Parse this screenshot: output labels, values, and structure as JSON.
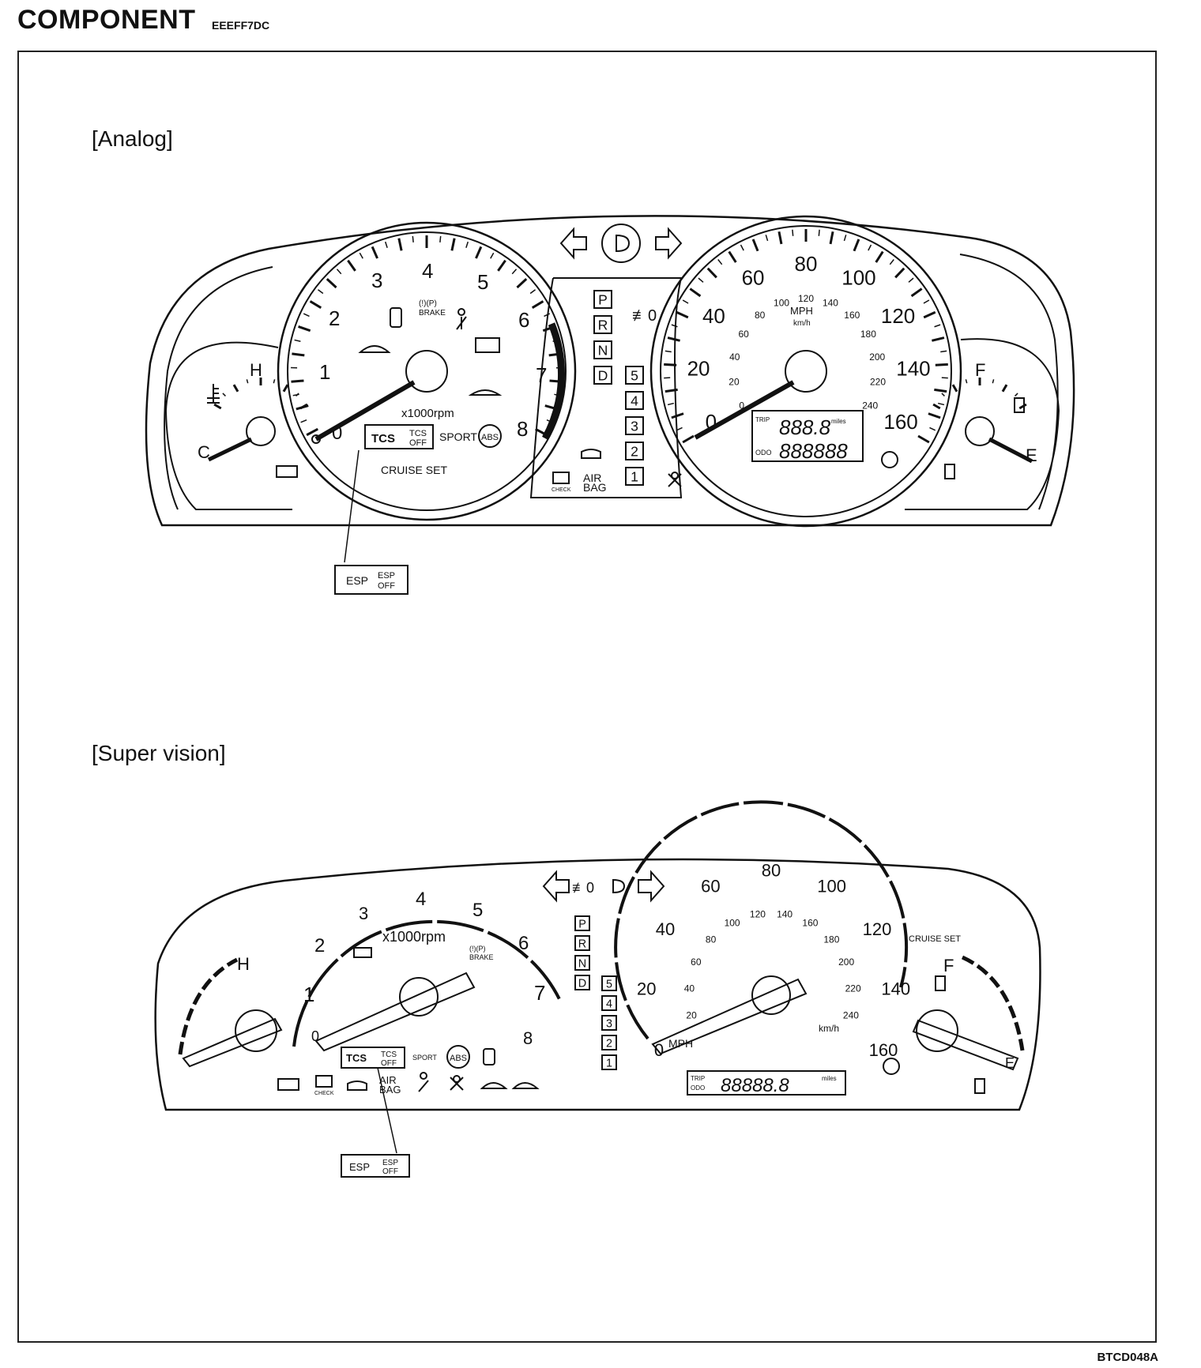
{
  "header": {
    "title": "COMPONENT",
    "code": "EEEFF7DC"
  },
  "figure_code": "BTCD048A",
  "analog": {
    "label": "[Analog]",
    "tach_numbers": [
      "0",
      "1",
      "2",
      "3",
      "4",
      "5",
      "6",
      "7",
      "8"
    ],
    "tach_unit": "x1000rpm",
    "speed_mph": [
      "0",
      "20",
      "40",
      "60",
      "80",
      "100",
      "120",
      "140",
      "160"
    ],
    "speed_kmh": [
      "0",
      "20",
      "40",
      "60",
      "80",
      "100",
      "120",
      "140",
      "160",
      "180",
      "200",
      "220",
      "240"
    ],
    "speed_unit_mph": "MPH",
    "speed_unit_kmh": "km/h",
    "gear_letters": [
      "P",
      "R",
      "N",
      "D"
    ],
    "gear_numbers": [
      "5",
      "4",
      "3",
      "2",
      "1"
    ],
    "temp_hot": "H",
    "temp_cold": "C",
    "fuel_full": "F",
    "fuel_empty": "E",
    "tcs": "TCS",
    "tcs_off_1": "TCS",
    "tcs_off_2": "OFF",
    "sport": "SPORT",
    "abs": "ABS",
    "cruise": "CRUISE SET",
    "brake_1": "(!)(P)",
    "brake_2": "BRAKE",
    "airbag_1": "AIR",
    "airbag_2": "BAG",
    "check": "CHECK",
    "trip": "TRIP",
    "odo": "ODO",
    "trip_digits": "888.8",
    "odo_digits": "888888",
    "miles": "miles",
    "callout_esp": "ESP",
    "callout_esp_off_1": "ESP",
    "callout_esp_off_2": "OFF"
  },
  "supervision": {
    "label": "[Super vision]",
    "tach_numbers": [
      "0",
      "1",
      "2",
      "3",
      "4",
      "5",
      "6",
      "7",
      "8"
    ],
    "tach_unit": "x1000rpm",
    "speed_mph": [
      "0",
      "20",
      "40",
      "60",
      "80",
      "100",
      "120",
      "140",
      "160"
    ],
    "speed_kmh": [
      "20",
      "40",
      "60",
      "80",
      "100",
      "120",
      "140",
      "160",
      "180",
      "200",
      "220",
      "240"
    ],
    "speed_unit_mph": "MPH",
    "speed_unit_kmh": "km/h",
    "gear_letters": [
      "P",
      "R",
      "N",
      "D"
    ],
    "gear_numbers": [
      "5",
      "4",
      "3",
      "2",
      "1"
    ],
    "temp_hot": "H",
    "fuel_full": "F",
    "fuel_empty": "E",
    "tcs": "TCS",
    "tcs_off_1": "TCS",
    "tcs_off_2": "OFF",
    "sport": "SPORT",
    "abs": "ABS",
    "cruise": "CRUISE SET",
    "brake_1": "(!)(P)",
    "brake_2": "BRAKE",
    "airbag_1": "AIR",
    "airbag_2": "BAG",
    "check": "CHECK",
    "trip": "TRIP",
    "odo": "ODO",
    "odo_digits": "88888.8",
    "miles": "miles",
    "callout_esp": "ESP",
    "callout_esp_off_1": "ESP",
    "callout_esp_off_2": "OFF"
  }
}
